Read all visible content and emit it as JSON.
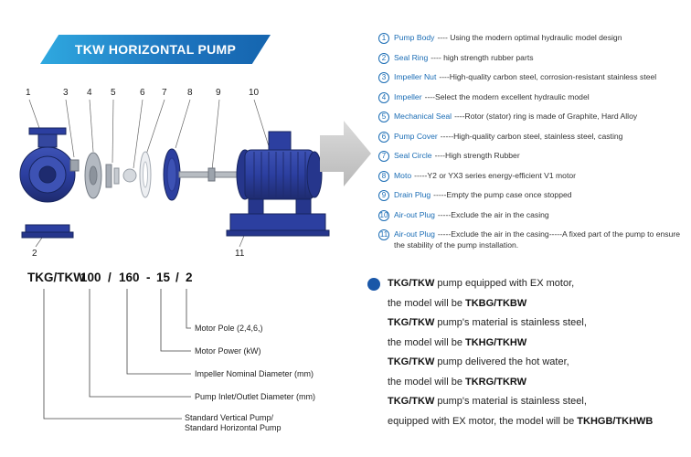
{
  "banner": {
    "title": "TKW HORIZONTAL PUMP"
  },
  "diagram": {
    "labels": [
      "1",
      "3",
      "4",
      "5",
      "6",
      "7",
      "8",
      "9",
      "10",
      "2",
      "11"
    ]
  },
  "parts": [
    {
      "num": "1",
      "name": "Pump Body",
      "desc": "---- Using the modern optimal hydraulic model design"
    },
    {
      "num": "2",
      "name": "Seal Ring",
      "desc": "---- high strength rubber parts"
    },
    {
      "num": "3",
      "name": "Impeller Nut",
      "desc": "----High-quality carbon steel, corrosion-resistant stainless steel"
    },
    {
      "num": "4",
      "name": "Impeller",
      "desc": "----Select the modern excellent hydraulic model"
    },
    {
      "num": "5",
      "name": "Mechanical Seal",
      "desc": "----Rotor (stator) ring is made of Graphite, Hard Alloy"
    },
    {
      "num": "6",
      "name": "Pump Cover",
      "desc": "-----High-quality carbon steel, stainless steel, casting"
    },
    {
      "num": "7",
      "name": "Seal Circle",
      "desc": "----High strength Rubber"
    },
    {
      "num": "8",
      "name": "Moto",
      "desc": "-----Y2 or YX3 series energy-efficient V1 motor"
    },
    {
      "num": "9",
      "name": "Drain Plug",
      "desc": "-----Empty the pump case once stopped"
    },
    {
      "num": "10",
      "name": "Air-out Plug",
      "desc": "-----Exclude the air in the casing"
    },
    {
      "num": "11",
      "name": "Air-out Plug",
      "desc": "-----Exclude the air in the casing-----A fixed part of the pump to ensure the stability of the pump installation."
    }
  ],
  "model_code": {
    "segments": [
      "TKG/TKW",
      "100",
      "/",
      "160",
      "-",
      "15",
      "/",
      "2"
    ],
    "callouts": [
      "Motor Pole (2,4,6,)",
      "Motor Power  (kW)",
      "Impeller Nominal Diameter (mm)",
      "Pump Inlet/Outlet Diameter (mm)"
    ],
    "standard_callout": {
      "line1": "Standard Vertical Pump/",
      "line2": "Standard  Horizontal Pump"
    }
  },
  "notes": [
    {
      "bold1": "TKG/TKW",
      "rest1": " pump equipped with EX motor,",
      "pre2": "the model will be ",
      "bold2": "TKBG/TKBW"
    },
    {
      "bold1": "TKG/TKW",
      "rest1": " pump's material is stainless steel,",
      "pre2": "the model will be ",
      "bold2": "TKHG/TKHW"
    },
    {
      "bold1": "TKG/TKW",
      "rest1": " pump delivered the hot water,",
      "pre2": "the model will be ",
      "bold2": "TKRG/TKRW"
    },
    {
      "bold1": "TKG/TKW",
      "rest1": " pump's material is stainless steel,",
      "pre2": "equipped with EX motor, the model will be ",
      "bold2": "TKHGB/TKHWB"
    }
  ],
  "colors": {
    "accent_blue": "#1B6DB5",
    "pump_blue": "#2C3FA0",
    "banner_gradient_from": "#2FA9E0",
    "banner_gradient_to": "#1565AF",
    "bullet_blue": "#1A57A8",
    "arrow_gray": "#CCCCCC"
  }
}
